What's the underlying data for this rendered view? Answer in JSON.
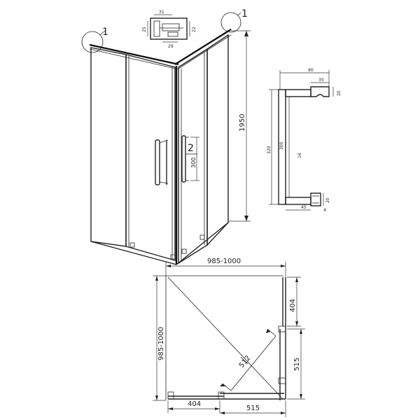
{
  "callouts": {
    "profile_marker": "1",
    "corner_marker_right": "1",
    "handle_marker": "2"
  },
  "profile_section": {
    "top_width": "31",
    "left_height": "25",
    "right_height": "22",
    "bottom_width": "29"
  },
  "elevation": {
    "height": "1950",
    "handle_span": "300"
  },
  "handle_detail": {
    "depth_total": "90",
    "mount_width": "35",
    "mount_height_top": "20",
    "overall_length": "320",
    "grip_length": "300",
    "bar_diameter": "16",
    "mount_height_bottom": "20",
    "bottom_offset": "45",
    "tiny_label": "4"
  },
  "plan": {
    "width": "985-1000",
    "depth": "985-1000",
    "fixed_side_right": "404",
    "opening_side_right": "515",
    "fixed_side_bottom": "404",
    "opening_side_bottom": "515",
    "diagonal": "512"
  }
}
